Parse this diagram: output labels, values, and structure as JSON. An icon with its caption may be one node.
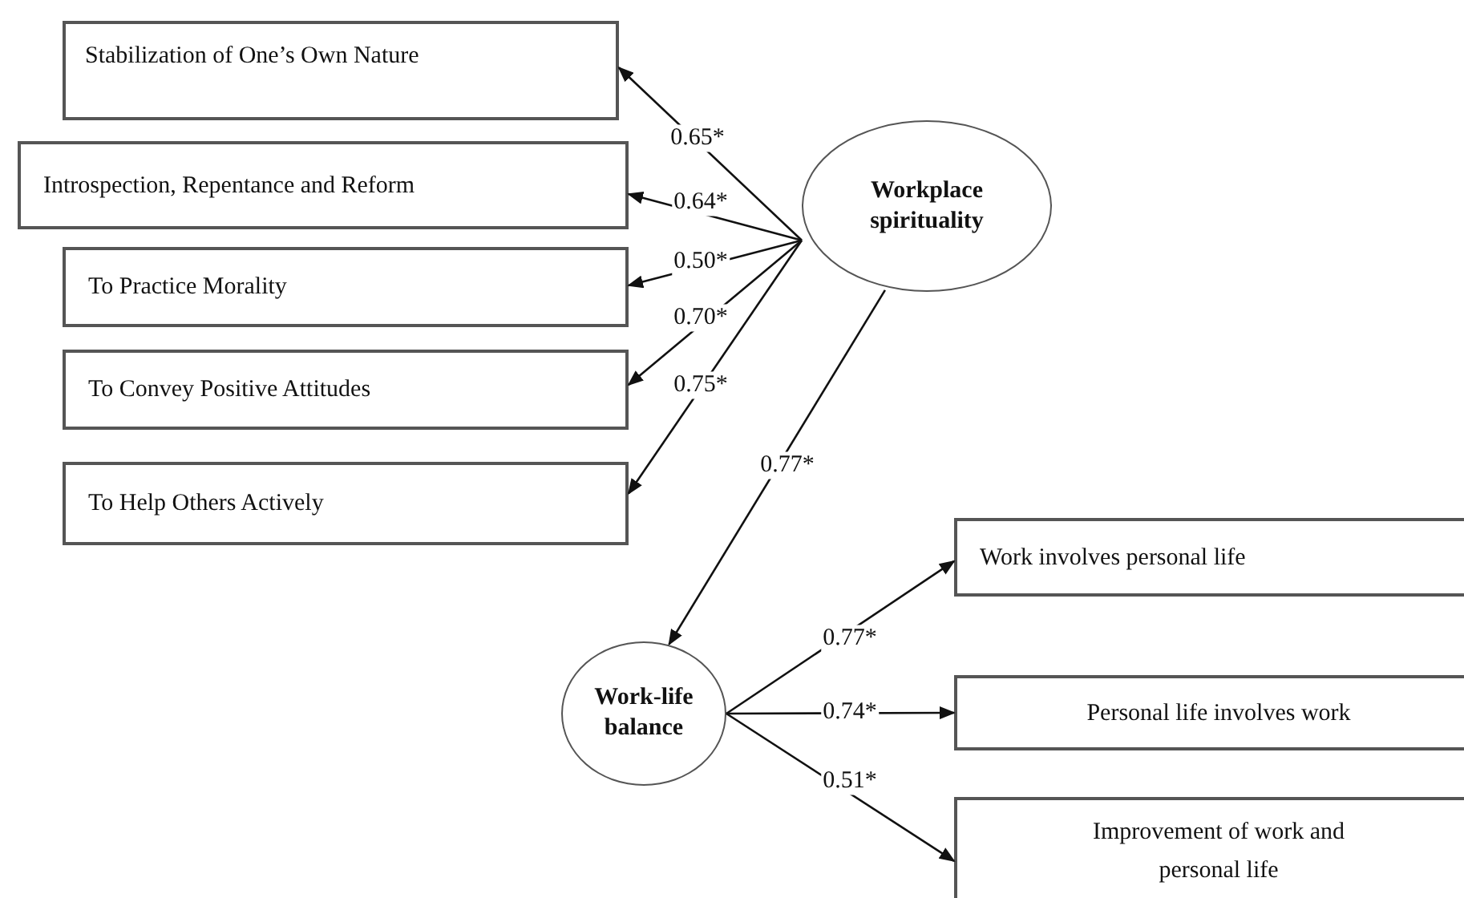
{
  "diagram": {
    "nodes": [
      {
        "text": [
          "Stabilization of One’s Own Nature"
        ]
      },
      {
        "text": [
          "Introspection, Repentance and Reform"
        ]
      },
      {
        "text": [
          "To Practice Morality"
        ]
      },
      {
        "text": [
          "To Convey Positive Attitudes"
        ]
      },
      {
        "text": [
          "To Help Others Actively"
        ]
      },
      {
        "text": [
          "Workplace spirituality"
        ]
      },
      {
        "text": [
          "Work-life balance"
        ]
      },
      {
        "text": [
          "Work involves personal life"
        ]
      },
      {
        "text": [
          "Personal life involves work"
        ]
      },
      {
        "text": [
          "Improvement of work and personal life"
        ]
      }
    ],
    "edges": [
      {
        "from": 5,
        "to": 0,
        "arrow": "to",
        "label": "0.65*"
      },
      {
        "from": 5,
        "to": 1,
        "arrow": "to",
        "label": "0.64*"
      },
      {
        "from": 5,
        "to": 2,
        "arrow": "to",
        "label": "0.50*"
      },
      {
        "from": 5,
        "to": 3,
        "arrow": "to",
        "label": "0.70*"
      },
      {
        "from": 5,
        "to": 4,
        "arrow": "to",
        "label": "0.75*"
      },
      {
        "from": 5,
        "to": 6,
        "arrow": "to",
        "label": "0.77*"
      },
      {
        "from": 6,
        "to": 7,
        "arrow": "to",
        "label": "0.77*"
      },
      {
        "from": 6,
        "to": 8,
        "arrow": "to",
        "label": "0.74*"
      },
      {
        "from": 6,
        "to": 9,
        "arrow": "to",
        "label": "0.51*"
      }
    ]
  }
}
